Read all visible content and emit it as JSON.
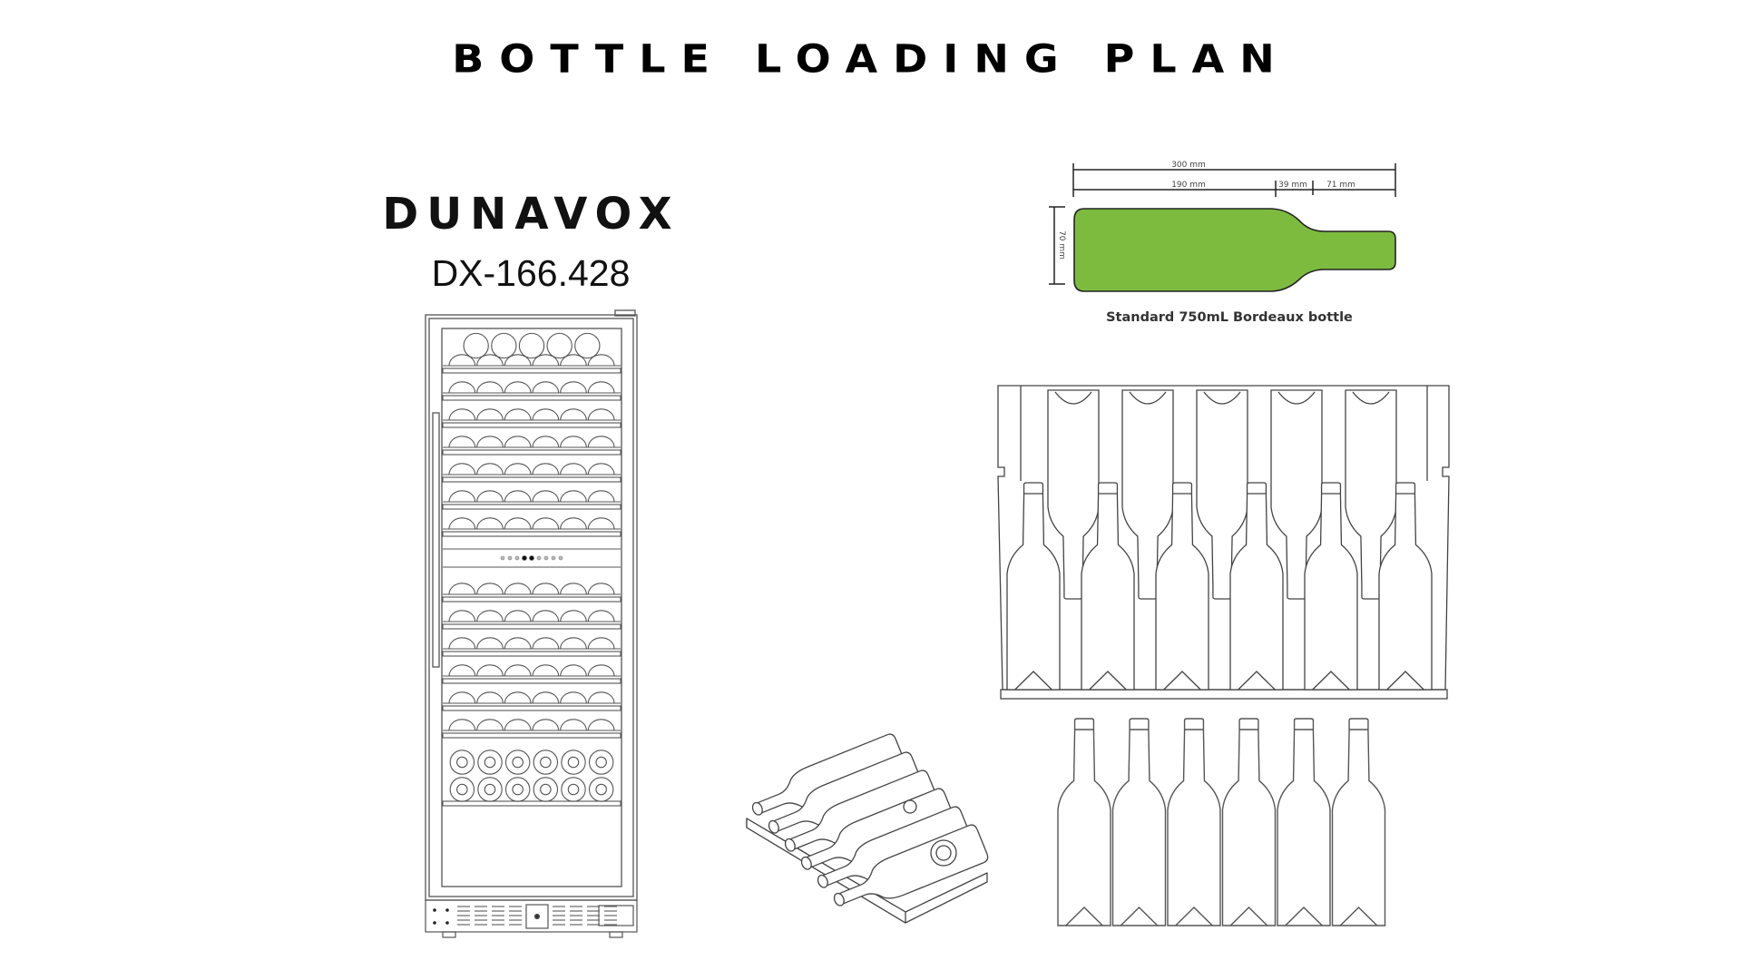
{
  "page": {
    "title": "BOTTLE LOADING PLAN"
  },
  "product": {
    "brand": "DUNAVOX",
    "model": "DX-166.428"
  },
  "bottle_spec": {
    "caption": "Standard 750mL Bordeaux bottle",
    "fill_color": "#7dbb3f",
    "outline_color": "#222222",
    "dimensions": {
      "total_length": "300 mm",
      "body_length": "190 mm",
      "shoulder_length": "39 mm",
      "neck_length": "71 mm",
      "diameter": "70 mm"
    }
  },
  "fridge_drawing": {
    "shelves_upper_zone": 7,
    "shelves_lower_zone": 6,
    "bottles_per_shelf": 6,
    "top_shelf_stacked_rows": [
      5,
      6
    ],
    "bottom_stacked_rows": [
      6,
      6
    ],
    "control_panel_buttons": 9,
    "base_vent_groups": 8
  },
  "shelf_front_view": {
    "upright_bottles": 6,
    "inverted_bottles": 5
  },
  "shelf_isometric_view": {
    "bottles": 6
  },
  "bottle_row_view": {
    "bottles": 6
  }
}
